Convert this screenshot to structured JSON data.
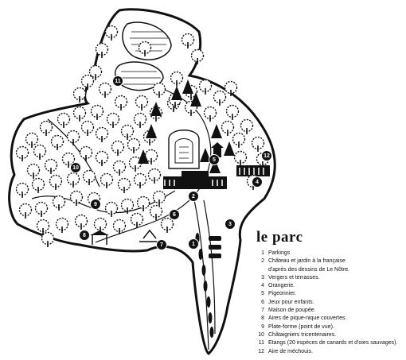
{
  "legend": {
    "title": "le parc",
    "items": [
      {
        "num": "1",
        "text": "Parkings"
      },
      {
        "num": "2",
        "text": "Château et jardin à la française",
        "cont": "d'après des dessins de Le Nôtre."
      },
      {
        "num": "3",
        "text": "Vergers et terrasses."
      },
      {
        "num": "4",
        "text": "Orangerie."
      },
      {
        "num": "5",
        "text": "Pigeonnier."
      },
      {
        "num": "6",
        "text": "Jeux pour enfants."
      },
      {
        "num": "7",
        "text": "Maison de poupée."
      },
      {
        "num": "8",
        "text": "Aires de pique-nique couvertes."
      },
      {
        "num": "9",
        "text": "Plate-forme (point de vue)."
      },
      {
        "num": "10",
        "text": "Châtaigniers tricentenaires."
      },
      {
        "num": "11",
        "text": "Etangs (20 espèces de canards et d'oies sauvages)."
      },
      {
        "num": "12",
        "text": "Aire de méchouis."
      }
    ]
  },
  "markers": [
    "1",
    "2",
    "3",
    "4",
    "5",
    "6",
    "7",
    "8",
    "9",
    "10",
    "11",
    "12"
  ],
  "colors": {
    "ink": "#111111",
    "paper": "#ffffff"
  }
}
